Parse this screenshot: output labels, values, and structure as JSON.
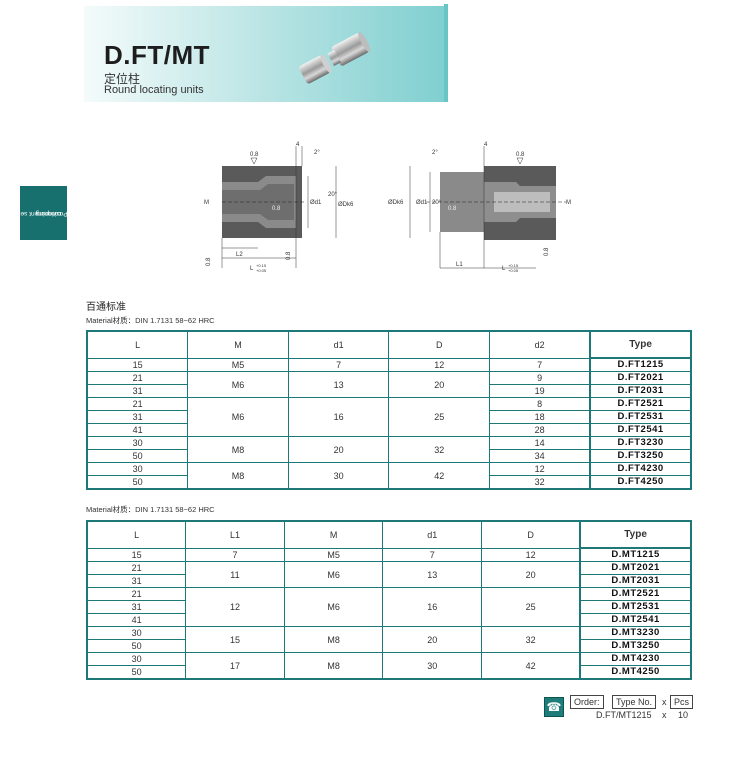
{
  "header": {
    "title": "D.FT/MT",
    "subtitle_cn": "定位柱",
    "subtitle_en": "Round locating units"
  },
  "side_tab": {
    "label_line1": "Positioning",
    "label_line2": "component series"
  },
  "drawing_left": {
    "roughness_top": "0.8",
    "angle": "2°",
    "dim_4": "4",
    "angle_20": "20°",
    "d1": "Ød1",
    "dk6": "ØDk6",
    "M": "M",
    "roughness_inner": "0.8",
    "roughness_bottom_left": "0.8",
    "roughness_bottom_right": "0.8",
    "L2": "L2",
    "L_tol": "L",
    "tol_plus": "+0.15",
    "tol_minus": "+0.05"
  },
  "drawing_right": {
    "angle": "2°",
    "dim_4": "4",
    "roughness_top": "0.8",
    "dk6": "ØDk6",
    "d1": "Ød1",
    "angle_20": "20°",
    "roughness_inner": "0.8",
    "M": "M",
    "L1": "L1",
    "L_tol": "L",
    "tol_plus": "+0.15",
    "tol_minus": "+0.05",
    "roughness_bottom": "0.8"
  },
  "section_title": "百通标准",
  "material_1": "Material材质：DIN 1.7131 58~62 HRC",
  "material_2": "Material材质：DIN 1.7131 58~62 HRC",
  "table_ft": {
    "headers": [
      "L",
      "M",
      "d1",
      "D",
      "d2",
      "Type"
    ],
    "rows": [
      {
        "L": "15",
        "M": "M5",
        "d1": "7",
        "D": "12",
        "d2": "7",
        "type": "D.FT1215"
      },
      {
        "L": "21",
        "M": "M6",
        "d1": "13",
        "D": "20",
        "d2": "9",
        "type": "D.FT2021"
      },
      {
        "L": "31",
        "d2": "19",
        "type": "D.FT2031"
      },
      {
        "L": "21",
        "M": "M6",
        "d1": "16",
        "D": "25",
        "d2": "8",
        "type": "D.FT2521"
      },
      {
        "L": "31",
        "d2": "18",
        "type": "D.FT2531"
      },
      {
        "L": "41",
        "d2": "28",
        "type": "D.FT2541"
      },
      {
        "L": "30",
        "M": "M8",
        "d1": "20",
        "D": "32",
        "d2": "14",
        "type": "D.FT3230"
      },
      {
        "L": "50",
        "d2": "34",
        "type": "D.FT3250"
      },
      {
        "L": "30",
        "M": "M8",
        "d1": "30",
        "D": "42",
        "d2": "12",
        "type": "D.FT4230"
      },
      {
        "L": "50",
        "d2": "32",
        "type": "D.FT4250"
      }
    ]
  },
  "table_mt": {
    "headers": [
      "L",
      "L1",
      "M",
      "d1",
      "D",
      "Type"
    ],
    "rows": [
      {
        "L": "15",
        "L1": "7",
        "M": "M5",
        "d1": "7",
        "D": "12",
        "type": "D.MT1215"
      },
      {
        "L": "21",
        "L1": "11",
        "M": "M6",
        "d1": "13",
        "D": "20",
        "type": "D.MT2021"
      },
      {
        "L": "31",
        "type": "D.MT2031"
      },
      {
        "L": "21",
        "L1": "12",
        "M": "M6",
        "d1": "16",
        "D": "25",
        "type": "D.MT2521"
      },
      {
        "L": "31",
        "type": "D.MT2531"
      },
      {
        "L": "41",
        "type": "D.MT2541"
      },
      {
        "L": "30",
        "L1": "15",
        "M": "M8",
        "d1": "20",
        "D": "32",
        "type": "D.MT3230"
      },
      {
        "L": "50",
        "type": "D.MT3250"
      },
      {
        "L": "30",
        "L1": "17",
        "M": "M8",
        "d1": "30",
        "D": "42",
        "type": "D.MT4230"
      },
      {
        "L": "50",
        "type": "D.MT4250"
      }
    ]
  },
  "order": {
    "order_label": "Order:",
    "type_no_label": "Type No.",
    "x1": "x",
    "pcs_label": "Pcs",
    "example_type": "D.FT/MT1215",
    "x2": "x",
    "example_qty": "10"
  },
  "colors": {
    "accent": "#1d7877",
    "header_gradient_end": "#7fcfd0",
    "side_tab": "#17706e"
  }
}
